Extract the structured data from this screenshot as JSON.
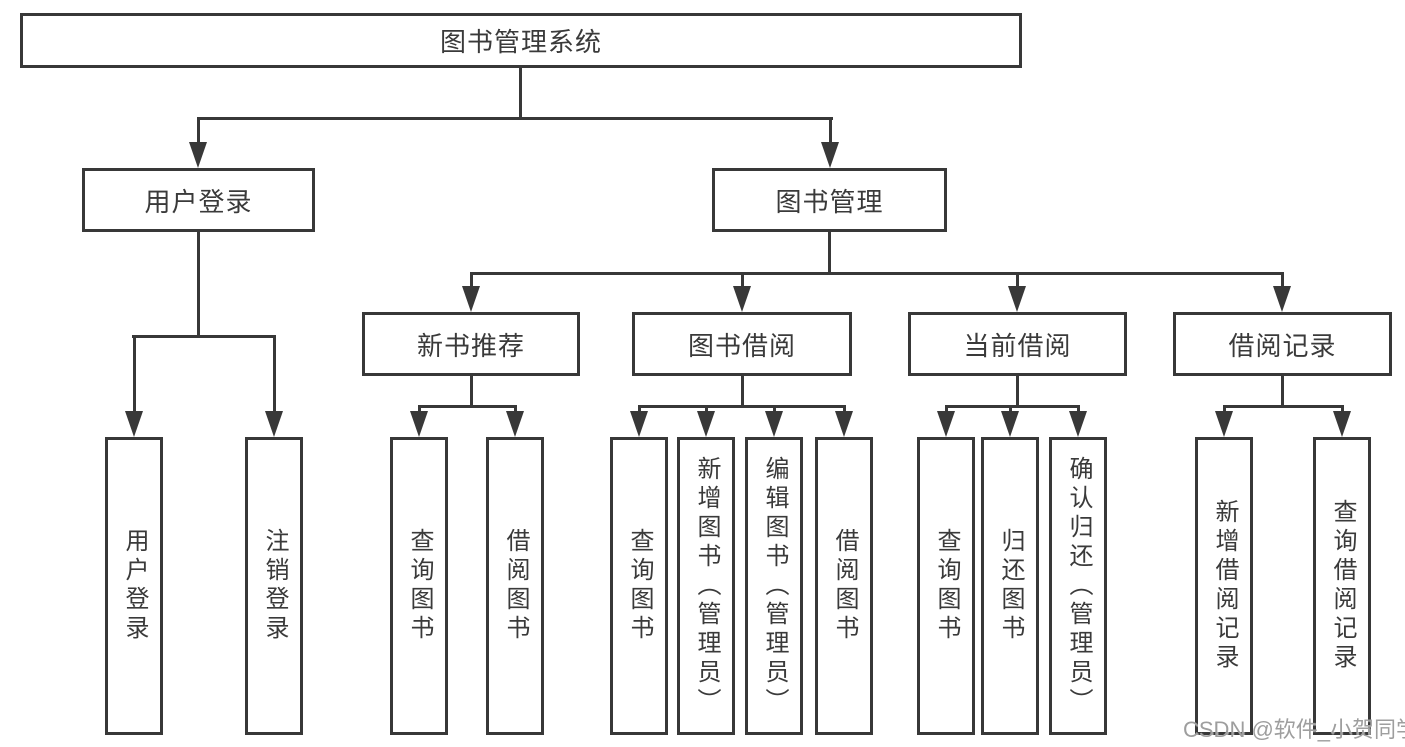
{
  "diagram": {
    "title": "图书管理系统",
    "root": {
      "label": "图书管理系统"
    },
    "level2": [
      {
        "label": "用户登录"
      },
      {
        "label": "图书管理"
      }
    ],
    "level3": [
      {
        "label": "新书推荐"
      },
      {
        "label": "图书借阅"
      },
      {
        "label": "当前借阅"
      },
      {
        "label": "借阅记录"
      }
    ],
    "leaves": {
      "user_login": [
        "用户登录",
        "注销登录"
      ],
      "new_books": [
        "查询图书",
        "借阅图书"
      ],
      "borrow": [
        "查询图书",
        "新增图书（管理员）",
        "编辑图书（管理员）",
        "借阅图书"
      ],
      "current": [
        "查询图书",
        "归还图书",
        "确认归还（管理员）"
      ],
      "records": [
        "新增借阅记录",
        "查询借阅记录"
      ]
    }
  },
  "watermark": {
    "text": "CSDN @软件_小贺同学",
    "color": "#9e9e9e"
  },
  "colors": {
    "line": "#383838",
    "text": "#3a3a3a",
    "background": "#ffffff"
  }
}
